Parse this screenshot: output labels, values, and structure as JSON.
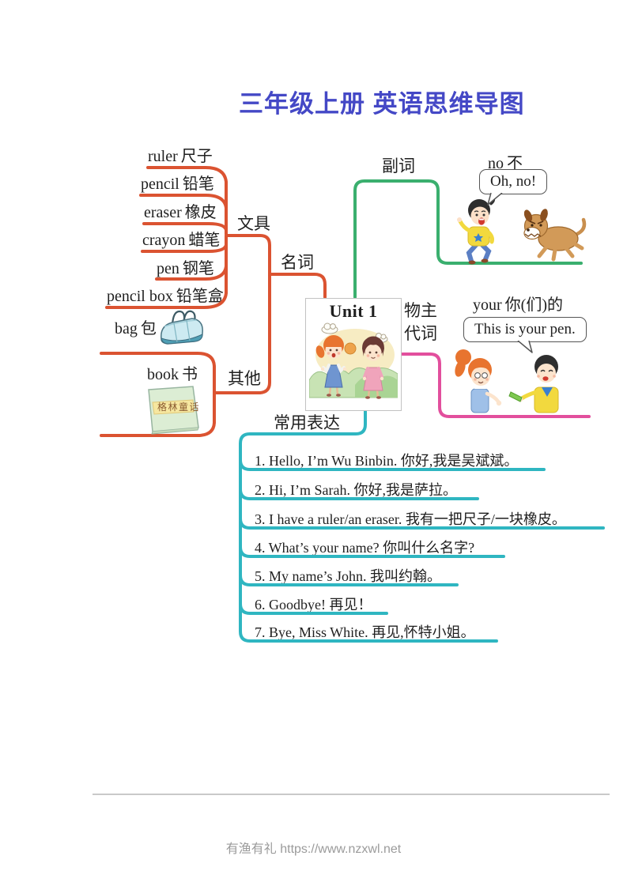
{
  "page": {
    "title": "三年级上册 英语思维导图",
    "footer": "有渔有礼 https://www.nzxwl.net"
  },
  "center": {
    "label": "Unit 1"
  },
  "nouns": {
    "label": "名词",
    "stationery": {
      "label": "文具",
      "items": [
        {
          "en": "ruler",
          "zh": "尺子"
        },
        {
          "en": "pencil",
          "zh": "铅笔"
        },
        {
          "en": "eraser",
          "zh": "橡皮"
        },
        {
          "en": "crayon",
          "zh": "蜡笔"
        },
        {
          "en": "pen",
          "zh": "钢笔"
        },
        {
          "en": "pencil box",
          "zh": "铅笔盒"
        }
      ]
    },
    "others": {
      "label": "其他",
      "bag": {
        "en": "bag",
        "zh": "包"
      },
      "book": {
        "en": "book",
        "zh": "书"
      },
      "book_cover": "格林童话"
    }
  },
  "adverbs": {
    "label": "副词",
    "word_en": "no",
    "word_zh": "不",
    "bubble": "Oh, no!"
  },
  "possessive": {
    "label_line1": "物主",
    "label_line2": "代词",
    "word_en": "your",
    "word_zh": "你(们)的",
    "bubble": "This is your pen."
  },
  "expressions": {
    "label": "常用表达",
    "items": [
      "1. Hello, I’m Wu Binbin. 你好,我是吴斌斌。",
      "2. Hi, I’m Sarah. 你好,我是萨拉。",
      "3. I have a ruler/an eraser. 我有一把尺子/一块橡皮。",
      "4. What’s your name?  你叫什么名字?",
      "5. My name’s John. 我叫约翰。",
      "6. Goodbye! 再见！",
      "7. Bye, Miss White. 再见,怀特小姐。"
    ]
  },
  "colors": {
    "title_blue": "#4448c6",
    "branch_orange": "#db5331",
    "branch_green": "#3aaf6e",
    "branch_teal": "#2fb6c1",
    "branch_pink": "#e24f9d",
    "text_dark": "#1f1f1f",
    "footer_gray": "#9b9b9b",
    "divider_gray": "#c9c9c9"
  }
}
